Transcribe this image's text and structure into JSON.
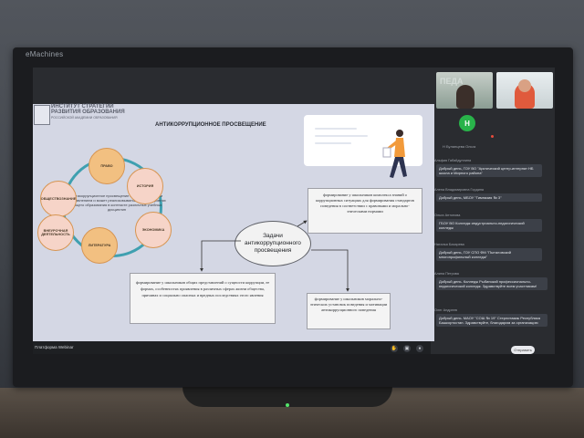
{
  "monitor": {
    "brand": "eMachines"
  },
  "slide": {
    "logo_line1": "ИНСТИТУТ СТРАТЕГИИ",
    "logo_line2": "РАЗВИТИЯ ОБРАЗОВАНИЯ",
    "logo_sub": "РОССИЙСКОЙ АКАДЕМИИ ОБРАЗОВАНИЯ",
    "title": "АНТИКОРРУПЦИОННОЕ ПРОСВЕЩЕНИЕ",
    "cycle_center": "Антикоррупционное просвещение является сквозным направлением и может реализовываться на всех уровнях общего образования в контексте различных учебных дисциплин",
    "petals": [
      "ОБЩЕСТВОЗНАНИЕ",
      "ПРАВО",
      "ИСТОРИЯ",
      "ЭКОНОМИКА",
      "ЛИТЕРАТУРА",
      "ВНЕУРОЧНАЯ ДЕЯТЕЛЬНОСТЬ"
    ],
    "center_node": "Задачи антикоррупционного просвещения",
    "box_a": "формирование у школьников комплекса знаний о коррупционных ситуациях для формирования стандартов поведения в соответствии с правовыми и морально-этическими нормами",
    "box_b": "формирование у школьников общих представлений о сущности коррупции, ее формах, особенностях проявления в различных сферах жизни общества, причинах и социально опасных и вредных последствиях этого явления",
    "box_c": "формирование у школьников морально-этических установок поведения и мотивации антикоррупционного поведения"
  },
  "video": {
    "tile1_text": "ПЕДА",
    "avatar_letter": "Н",
    "avatar_name": "Н Буланцева Ольга"
  },
  "chat": {
    "messages": [
      {
        "name": "Альфия Габайдуллина",
        "text": "Добрый день, ГОУ ВО \"Арктический центр-интернат НБ школа и Мирного района\""
      },
      {
        "name": "Алена Владимировна Гордина",
        "text": "Добрый день, МБОУ \"Гимназия № 3\""
      },
      {
        "name": "Ольга Антонова",
        "text": "ГБОУ ВО Колледж индустриально-педагогический колледж"
      },
      {
        "name": "Наталья Бахарева",
        "text": "Добрый день, ГОУ СПО ФМ \"Пыталовский многопрофильный колледж\""
      },
      {
        "name": "Алина Петрова",
        "text": "Добрый день. Колледж Рыбинский профессионально-педагогический колледж. Здравствуйте всем участникам!"
      },
      {
        "name": "Олег Андреев",
        "text": "Добрый день. МАОУ \"СОШ № 19\" Стерлитамак Республика Башкортостан. Здравствуйте, благодарим за организацию"
      }
    ],
    "send_label": "Отправить",
    "input_placeholder": ""
  },
  "bottom_bar": {
    "speaker_name": "Платформа Webinar"
  }
}
